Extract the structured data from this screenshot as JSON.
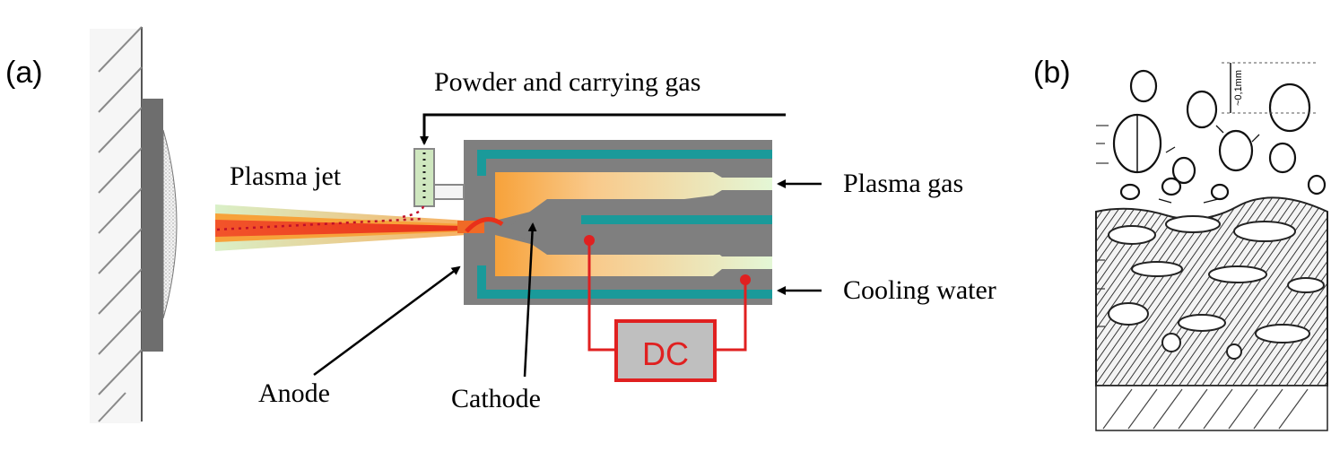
{
  "panels": {
    "a": {
      "label": "(a)"
    },
    "b": {
      "label": "(b)"
    }
  },
  "labels": {
    "powder_gas": "Powder and carrying gas",
    "plasma_jet": "Plasma jet",
    "plasma_gas": "Plasma gas",
    "cooling_water": "Cooling water",
    "anode": "Anode",
    "cathode": "Cathode",
    "power_supply": "DC",
    "scale": "~0,1mm"
  },
  "colors": {
    "torch_body": "#7f7f7f",
    "water_channel": "#1a9a9a",
    "plasma_core": "#e8401a",
    "plasma_glow": "#f7a23a",
    "circuit": "#e02020",
    "dc_box_fill": "#bfbfbf",
    "substrate": "#6e6e6e"
  }
}
